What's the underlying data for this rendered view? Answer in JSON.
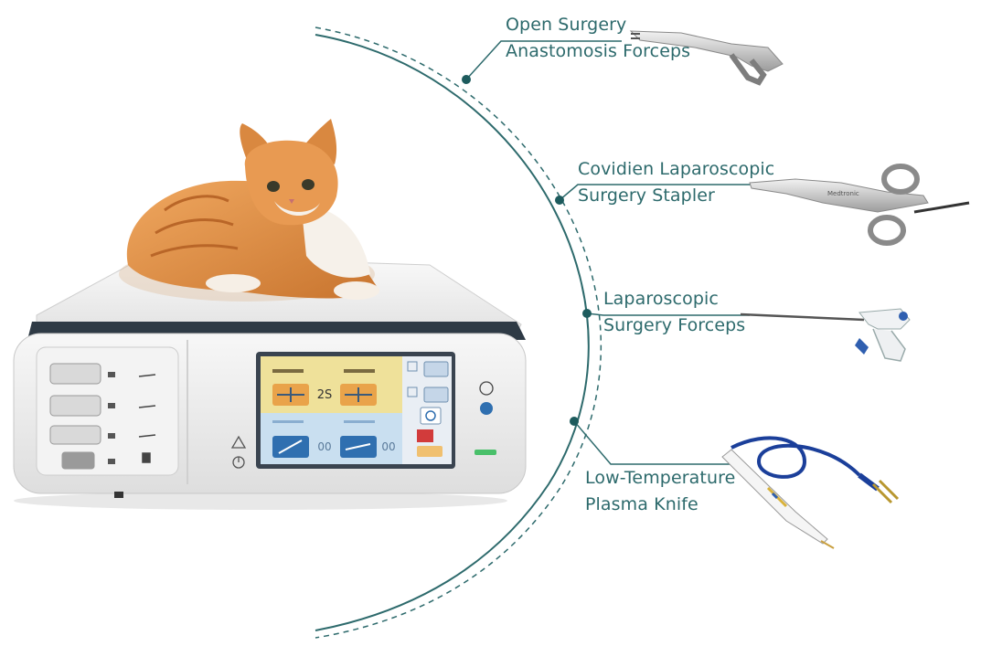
{
  "callouts": [
    {
      "line1": "Open Surgery",
      "line2": "Anastomosis Forceps",
      "icon": "anastomosis-forceps-icon"
    },
    {
      "line1": "Covidien Laparoscopic",
      "line2": "Surgery Stapler",
      "icon": "surgical-stapler-icon"
    },
    {
      "line1": "Laparoscopic",
      "line2": "Surgery Forceps",
      "icon": "laparoscopic-forceps-icon"
    },
    {
      "line1": "Low-Temperature",
      "line2": "Plasma Knife",
      "icon": "plasma-knife-icon"
    }
  ],
  "device": {
    "screen": {
      "timer": "2S",
      "left_reading": "00",
      "right_reading": "00"
    }
  },
  "colors": {
    "accent": "#2d6a6c",
    "screen_top": "#efe19a",
    "screen_bottom": "#c9dff0",
    "cord": "#1b3f9a"
  }
}
